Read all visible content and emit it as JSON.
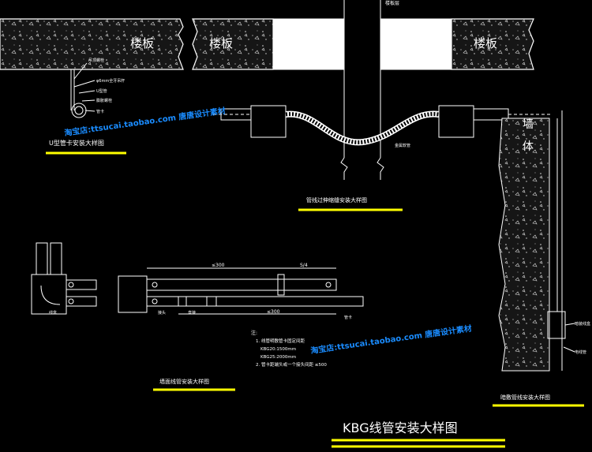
{
  "labels": {
    "floor_slab_1": "楼板",
    "floor_slab_2": "楼板",
    "floor_slab_3": "楼板",
    "top_note": "楼板层",
    "wall_body_1": "墙",
    "wall_body_2": "体",
    "u_pipe_title": "U型管卡安装大样图",
    "u_note_1": "吊顶螺栓",
    "u_note_2": "φ6mm全牙吊杆",
    "u_note_3": "U型管",
    "u_note_4": "膨胀螺栓",
    "u_note_5": "管卡",
    "expansion_title": "管线过伸缩缝安装大样图",
    "expansion_note": "金属软管",
    "wall_pipe_title": "墙面线管安装大样图",
    "dim_1": "≤300",
    "dim_2": "S/4",
    "dim_3": "≤300",
    "side_1": "线盒",
    "side_2": "接头",
    "side_3": "管卡",
    "side_4": "直接",
    "notes_head": "注:",
    "notes_1": "1. 线管明敷管卡固定间距",
    "notes_2": "KBG20:1500mm",
    "notes_3": "KBG25:2000mm",
    "notes_4": "2. 管卡距端头或一个接头间距    ≤500",
    "wall_hidden_title": "暗敷管线安装大样图",
    "wall_note_1": "暗装线盒",
    "wall_note_2": "电线管",
    "main_title": "KBG线管安装大样图",
    "watermark_1": "淘宝店:ttsucai.taobao.com  唐唐设计素材",
    "watermark_2": "淘宝店:ttsucai.taobao.com  唐唐设计素材"
  },
  "colors": {
    "background": "#000000",
    "line": "#ffffff",
    "underline": "#ffff00",
    "watermark": "#1a8cff"
  }
}
